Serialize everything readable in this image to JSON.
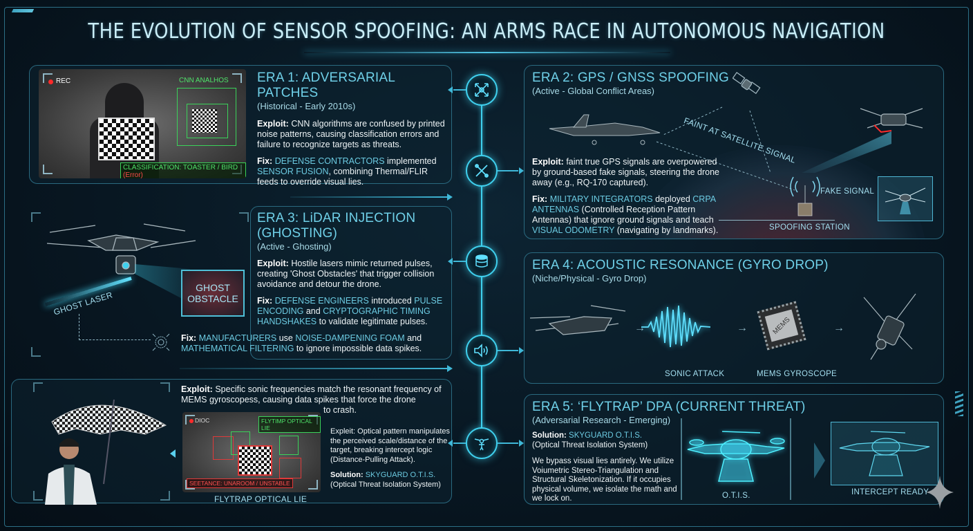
{
  "title": "THE EVOLUTION OF SENSOR SPOOFING: AN ARMS RACE IN AUTONOMOUS NAVIGATION",
  "timeline": {
    "nodes": [
      {
        "icon": "crosshair-expand-icon"
      },
      {
        "icon": "tools-icon"
      },
      {
        "icon": "lidar-sensor-icon"
      },
      {
        "icon": "speaker-icon"
      },
      {
        "icon": "drone-person-icon"
      }
    ]
  },
  "era1": {
    "title": "ERA 1: ADVERSARIAL PATCHES",
    "subtitle": "(Historical - Early 2010s)",
    "exploit_label": "Exploit:",
    "exploit_text": "CNN algorithms are confused by printed noise patterns, causing classification errors and failure to recognize targets as threats.",
    "fix_label": "Fix:",
    "fix_hl1": "DEFENSE CONTRACTORS",
    "fix_t1": " implemented ",
    "fix_hl2": "SENSOR FUSION",
    "fix_t2": ", combining Thermal/FLIR feeds to override visual lies.",
    "image": {
      "rec_label": "REC",
      "analysis_label": "CNN ANALHOS",
      "classification_label": "CLASSIFICATION: TOASTER / BIRD",
      "error_label": "(Error)"
    }
  },
  "era2": {
    "title": "ERA 2: GPS / GNSS SPOOFING",
    "subtitle": "(Active - Global Conflict Areas)",
    "exploit_label": "Exploit:",
    "exploit_text": "faint true GPS signals are overpowered by ground-based fake signals, steering the drone away (e.g., RQ-170 captured).",
    "fix_label": "Fix:",
    "fix_hl1": "MILITARY INTEGRATORS",
    "fix_t1": " deployed ",
    "fix_hl2": "CRPA ANTENNAS",
    "fix_t2": " (Controlled Reception Pattern Antennas) that ignore ground signals and teach ",
    "fix_hl3": "VISUAL ODOMETRY",
    "fix_t3": " (navigating by landmarks).",
    "image": {
      "satellite_signal_label": "FAINT AT SATELLITE SIGNAL",
      "fake_signal_label": "FAKE SIGNAL",
      "station_label": "SPOOFING STATION"
    }
  },
  "era3": {
    "title": "ERA 3: LiDAR INJECTION (GHOSTING)",
    "subtitle": "(Active - Ghosting)",
    "exploit_label": "Exploit:",
    "exploit_text": "Hostile lasers mimic returned pulses, creating 'Ghost Obstacles' that trigger collision avoidance and detour the drone.",
    "fix_label": "Fix:",
    "fix_hl1": "DEFENSE ENGINEERS",
    "fix_t1": " introduced ",
    "fix_hl2": "PULSE ENCODING",
    "fix_t2": " and ",
    "fix_hl3": "CRYPTOGRAPHIC TIMING HANDSHAKES",
    "fix_t3": " to validate legitimate pulses.",
    "image": {
      "laser_label": "GHOST LASER",
      "obstacle_label_1": "GHOST",
      "obstacle_label_2": "OBSTACLE"
    }
  },
  "era4_fix": {
    "fix_label": "Fix:",
    "fix_hl1": "MANUFACTURERS",
    "fix_t1": " use ",
    "fix_hl2": "NOISE-DAMPENING FOAM",
    "fix_t2": " and ",
    "fix_hl3": "MATHEMATICAL FILTERING",
    "fix_t3": " to ignore impossible data spikes."
  },
  "era4": {
    "title": "ERA 4: ACOUSTIC RESONANCE (GYRO DROP)",
    "subtitle": "(Niche/Physical - Gyro Drop)",
    "sonic_label": "SONIC ATTACK",
    "mems_chip_label": "MEMS",
    "gyro_label": "MEMS GYROSCOPE",
    "arrow_glyph": "→"
  },
  "era4_exploit": {
    "exploit_label": "Exploit:",
    "exploit_text": "Specific sonic frequencies match the resonant frequency of MEMS gyroscopess, causing data spikes that force the drone",
    "exploit_tail": "to crash."
  },
  "flytrap": {
    "rec_label": "DIOC",
    "tag_label": "FLYTIMP OPTICAL LIE",
    "status_label": "SEETANCE: UNAROOM / UNSTABLE",
    "caption": "FLYTRAP OPTICAL LIE",
    "exploit_label": "Expleit:",
    "exploit_text": "Optical pattern manipulates the perceived scale/distance of the target, breaking intercept logic (Distance-Pulling Attack).",
    "solution_label": "Solution:",
    "solution_hl": "SKYGUARD O.T.I.S.",
    "solution_sub": "(Optical Threat Isolation System)"
  },
  "era5": {
    "title": "ERA 5: ‘FLYTRAP’ DPA (CURRENT THREAT)",
    "subtitle": "(Adversarial Research - Emerging)",
    "solution_label": "Solution:",
    "solution_hl": "SKYGUARD O.T.I.S.",
    "solution_sub": "(Optical Threat Isolation System)",
    "body": "We bypass visual lies antirely. We utilize Voiumetric Stereo-Triangulation and Structural Skeletonization. If it occupies physical volume, we isolate the math and we lock on.",
    "otis_label": "O.T.I.S.",
    "intercept_label": "INTERCEPT READY"
  },
  "colors": {
    "accent": "#3fd0ee",
    "title": "#6fd0e8",
    "highlight": "#6ccbe2",
    "border": "#2a6a80",
    "background": "#081722",
    "error_red": "#e03a3a",
    "detect_green": "#3bd35a"
  }
}
